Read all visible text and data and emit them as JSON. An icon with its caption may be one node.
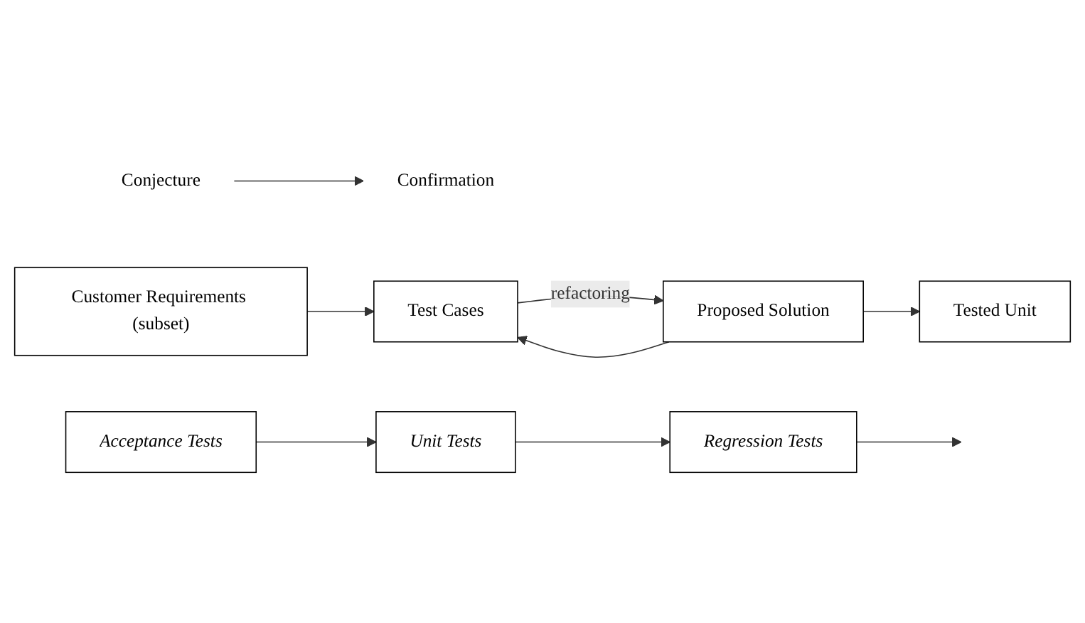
{
  "diagram": {
    "nodes": [
      {
        "text": [
          "Conjecture"
        ]
      },
      {
        "text": [
          "Confirmation"
        ]
      },
      {
        "text": [
          "Customer Requirements (subset)"
        ]
      },
      {
        "text": [
          "Test Cases"
        ]
      },
      {
        "text": [
          "Proposed Solution"
        ]
      },
      {
        "text": [
          "Tested Unit"
        ]
      },
      {
        "text": [
          "Acceptance Tests"
        ]
      },
      {
        "text": [
          "Unit Tests"
        ]
      },
      {
        "text": [
          "Regression Tests"
        ]
      }
    ],
    "edges": [
      {
        "from": 0,
        "to": 1,
        "arrow": "to"
      },
      {
        "from": 2,
        "to": 3,
        "arrow": "to"
      },
      {
        "from": 4,
        "to": 3,
        "arrow": "to"
      },
      {
        "from": 3,
        "to": 4,
        "label": "refactoring",
        "arrow": "to"
      },
      {
        "from": 4,
        "to": 5,
        "arrow": "to"
      },
      {
        "from": 6,
        "to": 7,
        "arrow": "to"
      },
      {
        "from": 7,
        "to": 8,
        "arrow": "to"
      },
      {
        "from": 8,
        "to": null,
        "arrow": "to"
      }
    ]
  }
}
